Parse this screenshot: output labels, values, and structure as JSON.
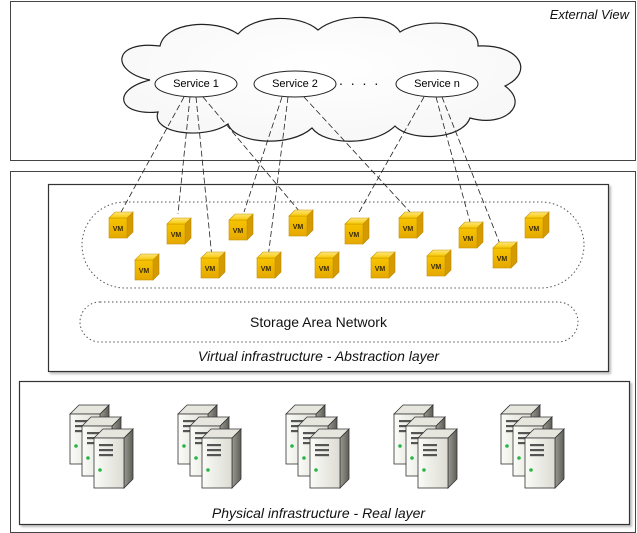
{
  "external_view": {
    "title": "External View"
  },
  "services": {
    "items": [
      "Service 1",
      "Service 2",
      "Service n"
    ],
    "ellipsis": ". . . ."
  },
  "virtual_layer": {
    "vm_label": "VM",
    "vm_count": 15,
    "san_label": "Storage Area Network",
    "caption": "Virtual infrastructure - Abstraction layer"
  },
  "physical_layer": {
    "server_groups": 5,
    "caption": "Physical infrastructure - Real layer"
  },
  "colors": {
    "vm_fill": "#f5c200",
    "vm_dark": "#d49a00",
    "server_light": "#f2f2ec",
    "server_dark": "#6b6b6b",
    "led": "#2bb44a",
    "line": "#222222"
  }
}
